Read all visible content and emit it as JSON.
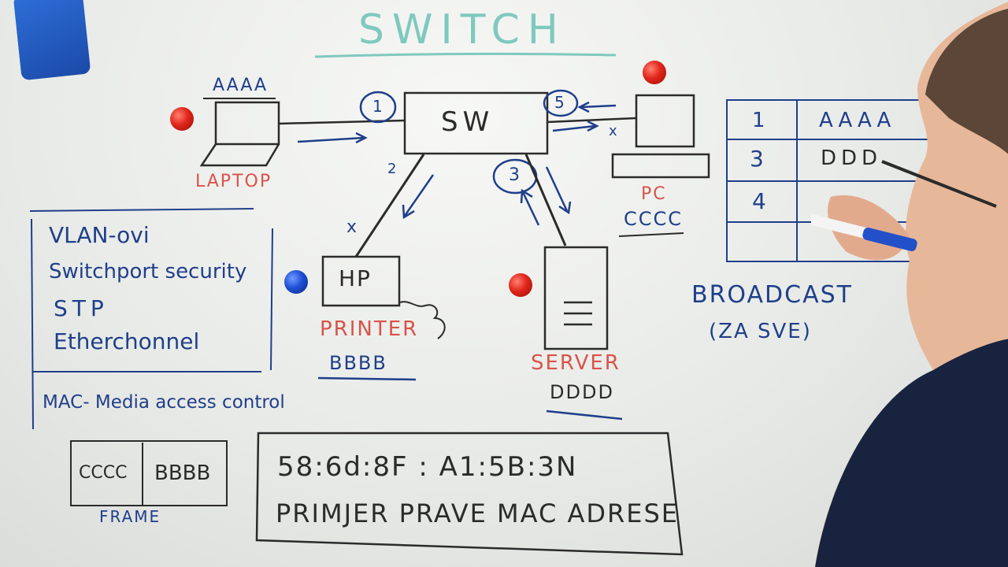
{
  "board": {
    "title": "SWITCH",
    "laptop": {
      "mac": "AAAA",
      "label": "LAPTOP"
    },
    "switch": {
      "label": "SW"
    },
    "ports": {
      "p1": "1",
      "p2": "2",
      "p3": "3",
      "p5": "5"
    },
    "marks": {
      "x1": "x",
      "x2": "x"
    },
    "pc": {
      "label": "PC",
      "mac": "CCCC"
    },
    "printer": {
      "box": "HP",
      "label": "PRINTER",
      "mac": "BBBB"
    },
    "server": {
      "label": "SERVER",
      "mac": "DDDD"
    },
    "topics": [
      "VLAN-ovi",
      "Switchport security",
      "STP",
      "Etherchonnel"
    ],
    "mac_def": "MAC- Media access control",
    "frame": {
      "src": "CCCC",
      "dst": "BBBB",
      "label": "FRAME"
    },
    "mac_example": {
      "address": "58:6d:8F : A1:5B:3N",
      "caption": "PRIMJER PRAVE MAC ADRESE"
    },
    "table": {
      "rows": [
        [
          "1",
          "AAAA"
        ],
        [
          "3",
          "DDD"
        ],
        [
          "4",
          ""
        ],
        [
          "",
          ""
        ]
      ]
    },
    "broadcast": {
      "line1": "BROADCAST",
      "line2": "(ZA SVE)"
    }
  },
  "colors": {
    "ink_blue": "#1f3f8a",
    "ink_red": "#d9534a",
    "ink_teal": "#7fc9be",
    "ink_black": "#2b2b2b"
  }
}
